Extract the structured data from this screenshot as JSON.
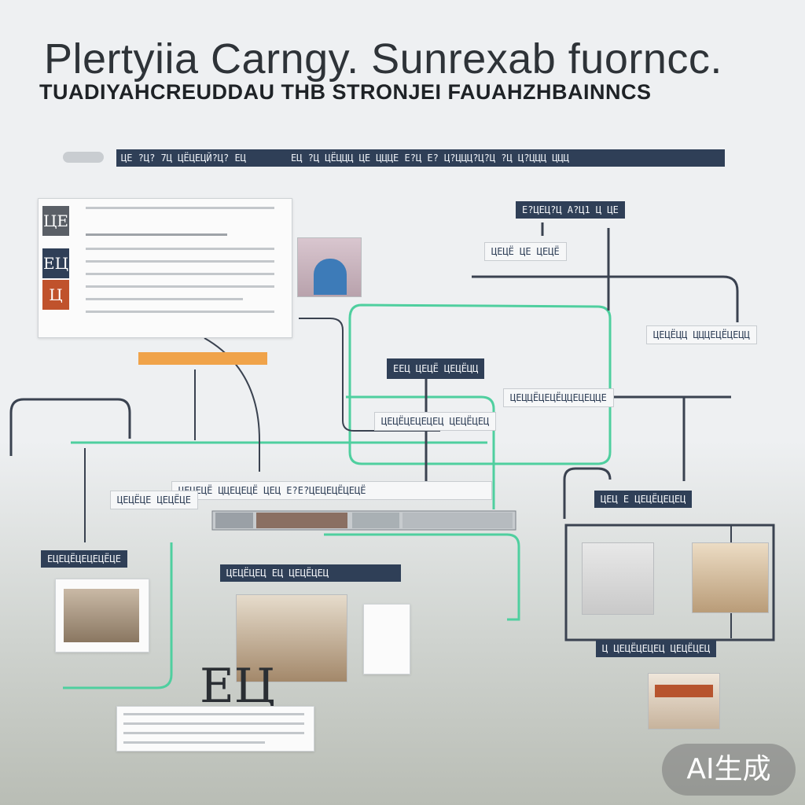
{
  "title": "Plertyiia Carngy. Sunrexab fuorncc.",
  "subtitle": "TUADIYAHCREUDDAU THB STRONJEI FAUAHZHBAINNCS",
  "header_labels": [
    "ЦЕ ?Ц? 7Ц ЦЁЦЕЦЙ?Ц? ЕЦ",
    "ЕЦ ?Ц ЦЁЦЦЦ ЦЕ ЦЦЦЕ Е?Ц Е? Ц?ЦЦЦ?Ц?Ц ?Ц Ц?ЦЦЦ ЦЦЦ"
  ],
  "node_labels": {
    "top_right": "Е?ЦЕЦ?Ц А?Ц1 Ц ЦЕ",
    "right_mid": "ЦЕЦЁЦЦ ЦЦЦЕЦЁЦЕЦЦ",
    "center": "ЕЕЦ ЦЕЦЁ ЦЕЦЁЦЦ",
    "center_sub": "ЦЕЦЦЁЦЕЦЁЦЦЕЦЕЦЦЕ",
    "center_wide": "ЦЕЦЁЦЕЦЕЦЕЦ ЦЕЦЁЦЕЦ",
    "mid_band": "ЦЕЦЕЦЁ ЦЦЕЦЕЦЁ ЦЕЦ Е?Е?ЦЕЦЕЦЁЦЕЦЁ",
    "right_lower": "ЦЕЦ Е ЦЕЦЁЦЕЦЕЦ",
    "left_lower": "ЕЦЕЦЁЦЕЦЕЦЁЦЕ",
    "bottom_mid": "ЦЕЦЁЦЕЦ ЕЦ ЦЕЦЁЦЕЦ",
    "bottom_right": "Ц ЦЕЦЁЦЕЦЕЦ ЦЕЦЁЦЕЦ",
    "small_right": "ЦЕЦЁЦЕ ЦЕЦЁЦЕ",
    "small_top": "ЦЕЦЁ ЦЕ ЦЕЦЁ"
  },
  "side_badges": [
    "ЦЕ",
    "ЕЦ",
    "Ц"
  ],
  "big_glyph": "ЕЦ",
  "watermark": "AI生成",
  "colors": {
    "navy": "#2f3f57",
    "teal_wire": "#4fcf9f",
    "orange": "#f0a34a",
    "dark_wire": "#3a4250"
  }
}
